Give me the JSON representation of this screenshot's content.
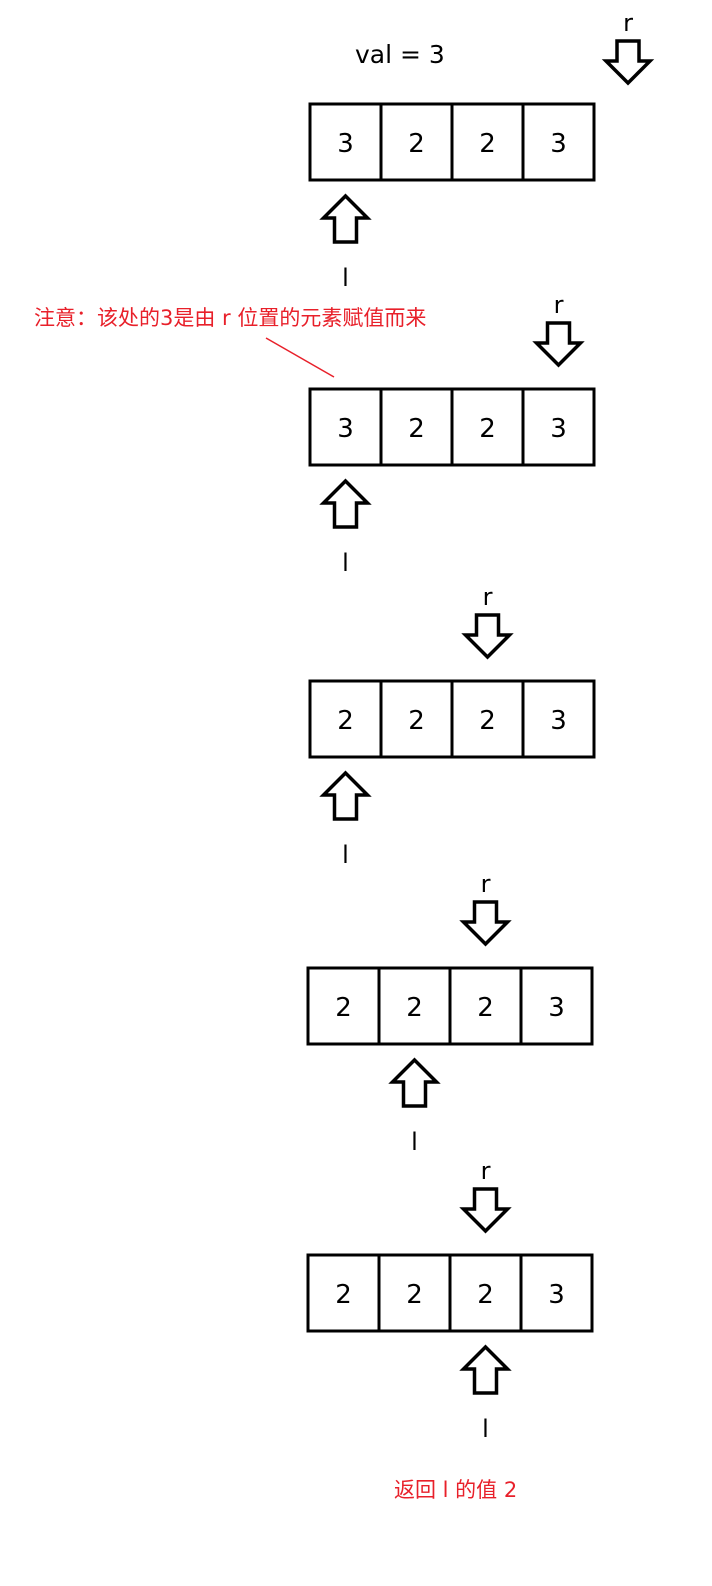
{
  "header": {
    "val_label": "val = 3"
  },
  "note": {
    "text": "注意：该处的3是由 r 位置的元素赋值而来",
    "color": "#e8202a"
  },
  "footer": {
    "text": "返回 l 的值 2",
    "color": "#e8202a"
  },
  "steps": [
    {
      "cells": [
        "3",
        "2",
        "2",
        "3"
      ],
      "r_label": "r",
      "l_label": "l",
      "r_index": 4,
      "l_index": 0
    },
    {
      "cells": [
        "3",
        "2",
        "2",
        "3"
      ],
      "r_label": "r",
      "l_label": "l",
      "r_index": 3,
      "l_index": 0
    },
    {
      "cells": [
        "2",
        "2",
        "2",
        "3"
      ],
      "r_label": "r",
      "l_label": "l",
      "r_index": 2,
      "l_index": 0
    },
    {
      "cells": [
        "2",
        "2",
        "2",
        "3"
      ],
      "r_label": "r",
      "l_label": "l",
      "r_index": 2,
      "l_index": 1
    },
    {
      "cells": [
        "2",
        "2",
        "2",
        "3"
      ],
      "r_label": "r",
      "l_label": "l",
      "r_index": 2,
      "l_index": 2
    }
  ]
}
